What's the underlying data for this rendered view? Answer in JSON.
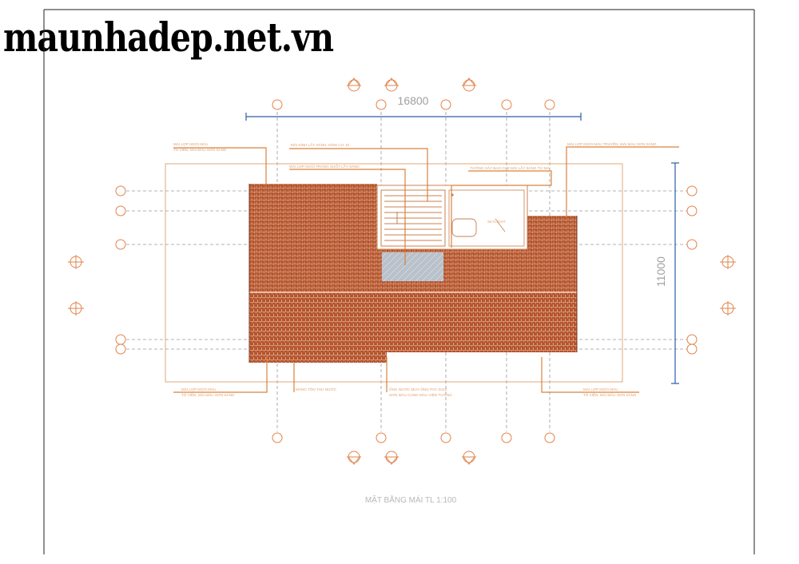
{
  "watermark": "maunhadep.net.vn",
  "drawing": {
    "title": "MẶT BẰNG MÁI TL 1:100",
    "dimension_horizontal": "16800",
    "dimension_vertical": "11000"
  },
  "notes": {
    "top_left": [
      "MÁI LỢP NGÓI MÀU",
      "TÔ VIỀN, MÀI MÀU SƠN SÁNG"
    ],
    "top_skylight": "MÁI KÍNH LẤY SÁNG, KÍNH CƯ 10",
    "top_gutter": "MÁI LỢP NGÓI TRONG SUỐT LẤY SÁNG",
    "top_wall": "TƯỜNG XÂY BAO CHE MÁI LẤY SÁNG TỪ MÁI",
    "top_right": [
      "MÁI LỢP NGÓI MÀU TRUYỀN, MÀI MÀU SƠN SÁNG"
    ],
    "bottom_left": [
      "MÁI LỢP NGÓI MÀU",
      "TÔ VIỀN, MÀI MÀU SƠN SÁNG"
    ],
    "bottom_mid_left": "MÁNG TÔN THU NƯỚC",
    "bottom_center": [
      "ỐNG NƯỚC MƯA ỐNG PVC D110",
      "SƠN MÀU CÙNG MÀU VIỆN TƯỜNG"
    ],
    "bottom_right": [
      "MÁI LỢP NGÓI MÀU",
      "TÔ VIỀN, MÀI MÀU SƠN SÁNG"
    ],
    "skylight_label": "SKYLIGHT"
  },
  "colors": {
    "roof_tile": "#b5532b",
    "tile_line": "#f3dccb",
    "glass": "#b9c1cb",
    "accent": "#e0834a",
    "dimension": "#2b5fa8"
  }
}
